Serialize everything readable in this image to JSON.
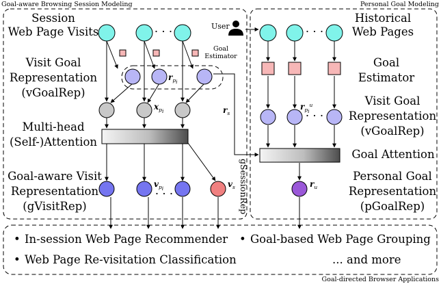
{
  "colors": {
    "visit_node": "#80f3ea",
    "goal_node": "#b8b6f6",
    "embed_node": "#c8c8c8",
    "gvisit_node": "#7575f0",
    "session_node": "#f08080",
    "user_goal_node": "#9a58d8",
    "estimator_box": "#f7b7b7"
  },
  "icons": [
    "user-icon"
  ],
  "titles": {
    "left": "Goal-aware Browsing Session Modeling",
    "right": "Personal Goal Modeling",
    "bottom": "Goal-directed Browser Applications"
  },
  "left": {
    "session_visits": [
      "Session",
      "Web Page Visits"
    ],
    "visit_goal": [
      "Visit Goal",
      "Representation",
      "(vGoalRep)"
    ],
    "goal_estimator_small": [
      "Goal",
      "Estimator"
    ],
    "attention": [
      "Multi-head",
      "(Self-)Attention"
    ],
    "gvisit": [
      "Goal-aware Visit",
      "Representation",
      "(gVisitRep)"
    ],
    "dots": "· · ·",
    "vertical_label": "gSessionRep"
  },
  "right": {
    "user": "User",
    "historical": [
      "Historical",
      "Web Pages"
    ],
    "estimator": [
      "Goal",
      "Estimator"
    ],
    "visit_goal": [
      "Visit Goal",
      "Representation",
      "(vGoalRep)"
    ],
    "goal_attention": "Goal Attention",
    "personal": [
      "Personal Goal",
      "Representation",
      "(pGoalRep)"
    ],
    "dots": "· · ·"
  },
  "math": {
    "r": "r",
    "x": "x",
    "v": "v",
    "p_i": "p",
    "i": "i",
    "s": "s",
    "u": "u"
  },
  "applications": {
    "items": [
      "In-session Web Page Recommender",
      "Goal-based Web Page Grouping",
      "Web Page Re-visitation Classification",
      "... and more"
    ],
    "bullet": "•"
  }
}
